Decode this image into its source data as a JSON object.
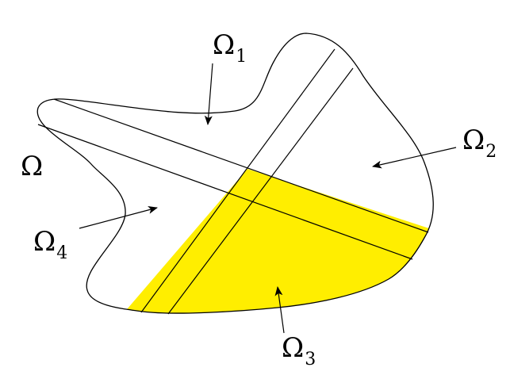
{
  "colors": {
    "highlight": "#ffee00",
    "stroke": "#000000",
    "background": "#ffffff"
  },
  "labels": {
    "omega": {
      "base": "Ω",
      "sub": ""
    },
    "omega1": {
      "base": "Ω",
      "sub": "1"
    },
    "omega2": {
      "base": "Ω",
      "sub": "2"
    },
    "omega3": {
      "base": "Ω",
      "sub": "3"
    },
    "omega4": {
      "base": "Ω",
      "sub": "4"
    }
  }
}
